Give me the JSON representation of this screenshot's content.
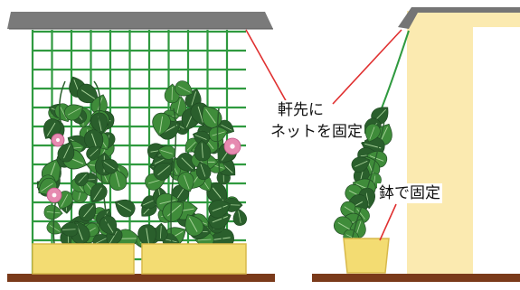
{
  "labels": {
    "eaves_line1": "軒先に",
    "eaves_line2": "ネットを固定",
    "pot": "鉢で固定"
  },
  "colors": {
    "net": "#2f9a3f",
    "leaf": "#3f8c3a",
    "leaf_dark": "#2a5f2c",
    "flower": "#e68ab0",
    "planter": "#f3dc72",
    "planter_edge": "#d8b94a",
    "ground": "#7a3a1a",
    "roof": "#757575",
    "wall": "#fbeab0",
    "leader": "#e03030"
  },
  "icons": [
    "roof-icon",
    "net-trellis-icon",
    "morning-glory-vine-icon",
    "planter-icon",
    "ground-strip-icon"
  ]
}
